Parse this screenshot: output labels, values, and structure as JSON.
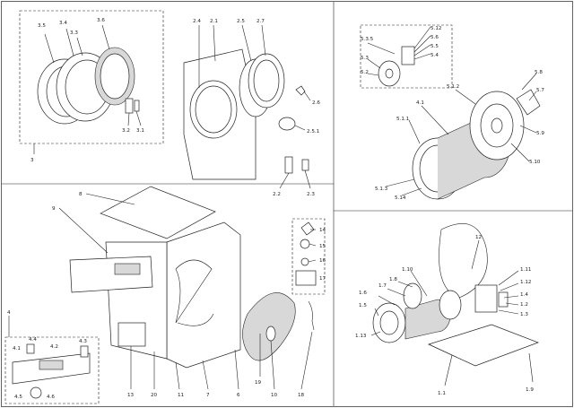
{
  "panels": {
    "door": {
      "labels": [
        {
          "key": "3-5",
          "text": "3.5"
        },
        {
          "key": "3-4",
          "text": "3.4"
        },
        {
          "key": "3-3",
          "text": "3.3"
        },
        {
          "key": "3-6",
          "text": "3.6"
        },
        {
          "key": "3-2",
          "text": "3.2"
        },
        {
          "key": "3-1",
          "text": "3.1"
        },
        {
          "key": "3",
          "text": "3"
        }
      ]
    },
    "cabinet-front": {
      "labels": [
        {
          "key": "2-4",
          "text": "2.4"
        },
        {
          "key": "2-1",
          "text": "2.1"
        },
        {
          "key": "2-5",
          "text": "2.5"
        },
        {
          "key": "2-7",
          "text": "2.7"
        },
        {
          "key": "2-6",
          "text": "2.6"
        },
        {
          "key": "2-5-1",
          "text": "2.5.1"
        },
        {
          "key": "2-2",
          "text": "2.2"
        },
        {
          "key": "2-3",
          "text": "2.3"
        }
      ]
    },
    "drum": {
      "labels": [
        {
          "key": "5-3-5",
          "text": "5.3.5"
        },
        {
          "key": "5-12",
          "text": "5.12"
        },
        {
          "key": "5-6",
          "text": "5.6"
        },
        {
          "key": "5-5",
          "text": "5.5"
        },
        {
          "key": "5-4",
          "text": "5.4"
        },
        {
          "key": "5-3",
          "text": "5.3"
        },
        {
          "key": "5-2",
          "text": "5.2"
        },
        {
          "key": "5-8",
          "text": "5.8"
        },
        {
          "key": "5-1-2",
          "text": "5.1.2"
        },
        {
          "key": "5-7",
          "text": "5.7"
        },
        {
          "key": "4-1",
          "text": "4.1"
        },
        {
          "key": "5-1-1",
          "text": "5.1.1"
        },
        {
          "key": "5-9",
          "text": "5.9"
        },
        {
          "key": "5-10",
          "text": "5.10"
        },
        {
          "key": "5-1-3",
          "text": "5.1.3"
        },
        {
          "key": "5-14",
          "text": "5.14"
        }
      ]
    },
    "main": {
      "labels": [
        {
          "key": "8",
          "text": "8"
        },
        {
          "key": "9",
          "text": "9"
        },
        {
          "key": "14",
          "text": "14"
        },
        {
          "key": "15",
          "text": "15"
        },
        {
          "key": "16",
          "text": "16"
        },
        {
          "key": "17",
          "text": "17"
        },
        {
          "key": "4",
          "text": "4"
        },
        {
          "key": "4-1",
          "text": "4.1"
        },
        {
          "key": "4-4",
          "text": "4.4"
        },
        {
          "key": "4-2",
          "text": "4.2"
        },
        {
          "key": "4-3",
          "text": "4.3"
        },
        {
          "key": "4-5",
          "text": "4.5"
        },
        {
          "key": "4-6",
          "text": "4.6"
        },
        {
          "key": "13",
          "text": "13"
        },
        {
          "key": "20",
          "text": "20"
        },
        {
          "key": "11",
          "text": "11"
        },
        {
          "key": "7",
          "text": "7"
        },
        {
          "key": "6",
          "text": "6"
        },
        {
          "key": "19",
          "text": "19"
        },
        {
          "key": "10",
          "text": "10"
        },
        {
          "key": "18",
          "text": "18"
        }
      ]
    },
    "base": {
      "labels": [
        {
          "key": "12",
          "text": "12"
        },
        {
          "key": "1-10",
          "text": "1.10"
        },
        {
          "key": "1-8",
          "text": "1.8"
        },
        {
          "key": "1-7",
          "text": "1.7"
        },
        {
          "key": "1-6",
          "text": "1.6"
        },
        {
          "key": "1-5",
          "text": "1.5"
        },
        {
          "key": "1-11",
          "text": "1.11"
        },
        {
          "key": "1-12",
          "text": "1.12"
        },
        {
          "key": "1-4",
          "text": "1.4"
        },
        {
          "key": "1-2",
          "text": "1.2"
        },
        {
          "key": "1-3",
          "text": "1.3"
        },
        {
          "key": "1-13",
          "text": "1.13"
        },
        {
          "key": "1-1",
          "text": "1.1"
        },
        {
          "key": "1-9",
          "text": "1.9"
        }
      ]
    }
  }
}
